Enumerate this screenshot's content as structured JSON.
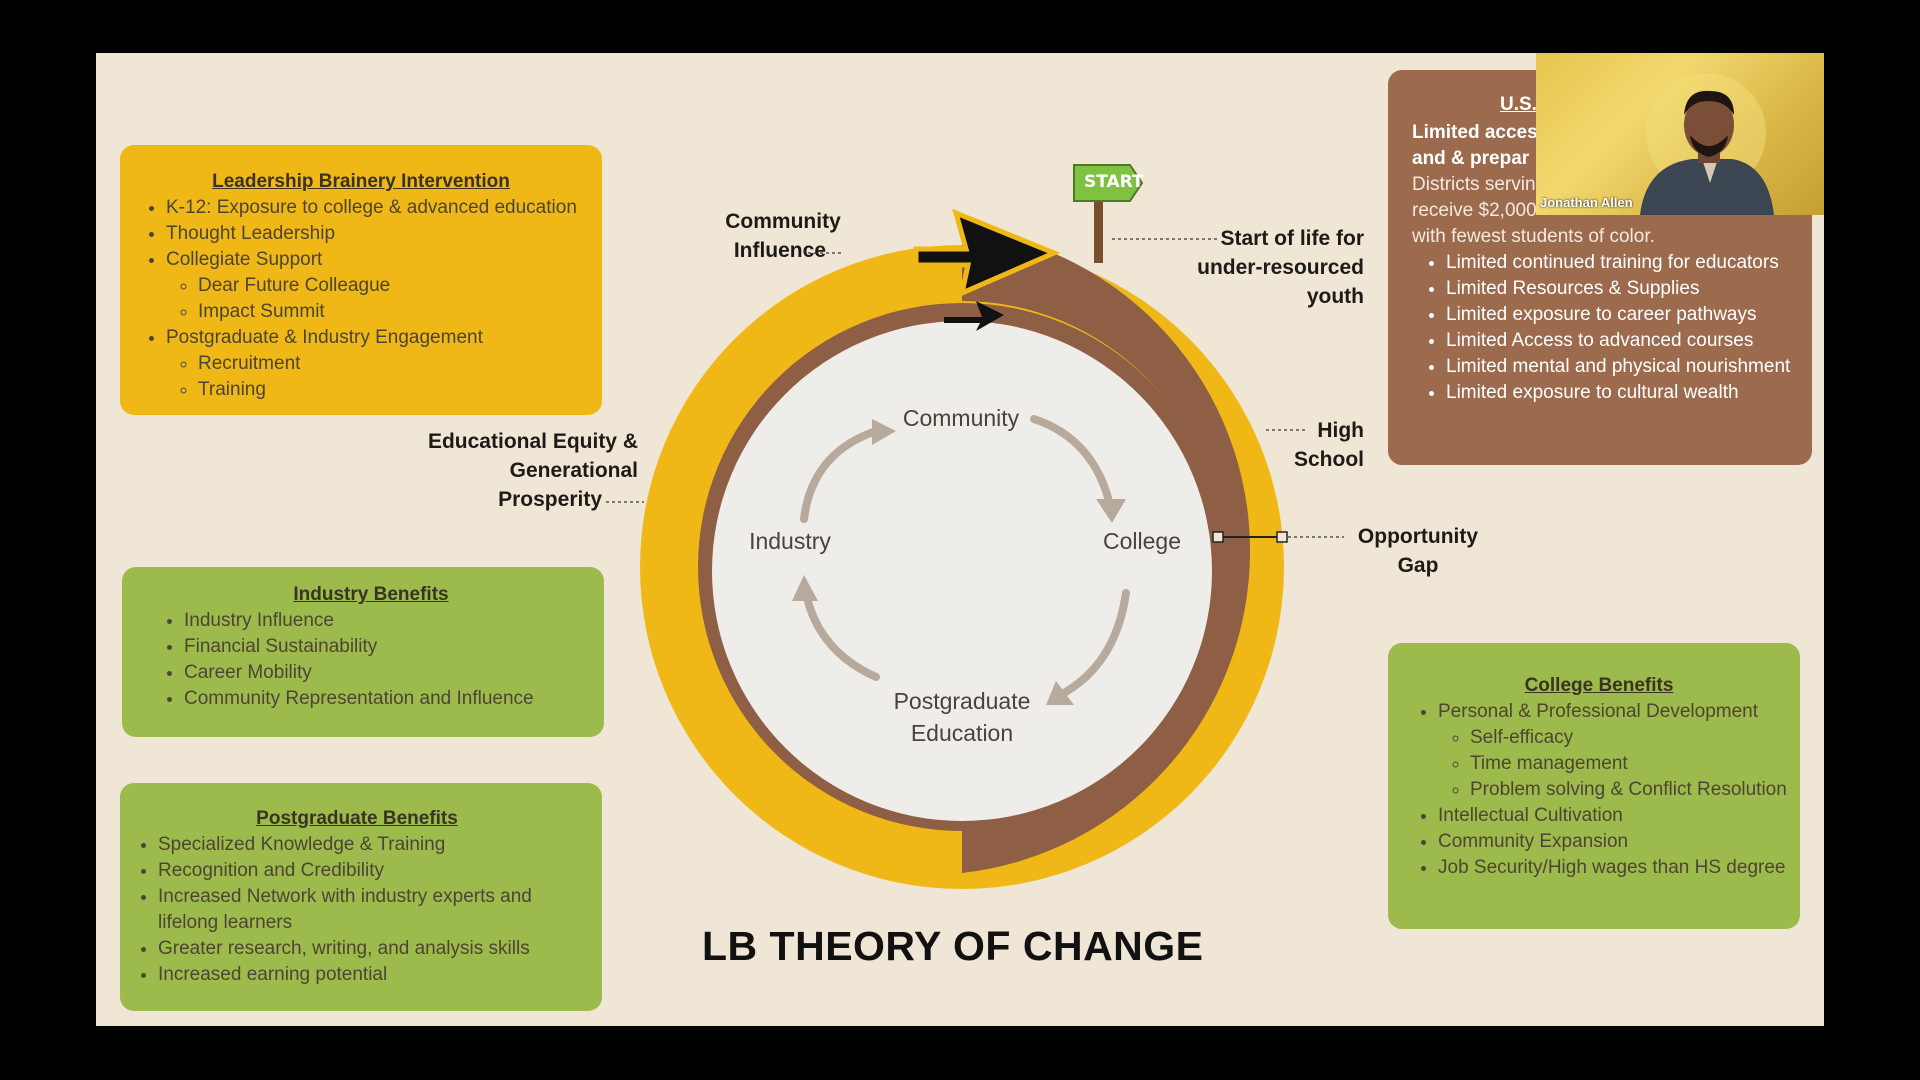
{
  "title": "LB THEORY OF CHANGE",
  "leadership": {
    "heading": "Leadership Brainery Intervention",
    "items": [
      {
        "text": "K-12: Exposure to college & advanced education"
      },
      {
        "text": "Thought Leadership"
      },
      {
        "text": "Collegiate Support",
        "sub": [
          "Dear Future Colleague",
          "Impact Summit"
        ]
      },
      {
        "text": "Postgraduate & Industry Engagement",
        "sub": [
          "Recruitment",
          "Training"
        ]
      }
    ]
  },
  "industry": {
    "heading": "Industry Benefits",
    "items": [
      "Industry Influence",
      "Financial Sustainability",
      "Career Mobility",
      "Community Representation and Influence"
    ]
  },
  "postgrad": {
    "heading": "Postgraduate Benefits",
    "items": [
      "Specialized Knowledge & Training",
      "Recognition and Credibility",
      "Increased Network with industry experts and lifelong learners",
      "Greater research, writing, and analysis skills",
      "Increased earning potential"
    ]
  },
  "us_box": {
    "heading": "U.S.",
    "subtitle_1": "Limited acces",
    "subtitle_2": "and & prepar",
    "line_1": "Districts servin",
    "line_2": "receive $2,000",
    "line_3": "with fewest students of color.",
    "items": [
      "Limited continued training for educators",
      "Limited Resources & Supplies",
      "Limited exposure to career pathways",
      "Limited Access to advanced courses",
      "Limited mental and physical nourishment",
      "Limited exposure to cultural wealth"
    ]
  },
  "college": {
    "heading": "College Benefits",
    "items": [
      {
        "text": "Personal & Professional Development",
        "sub": [
          "Self-efficacy",
          "Time management",
          "Problem solving & Conflict Resolution"
        ]
      },
      {
        "text": "Intellectual Cultivation"
      },
      {
        "text": "Community Expansion"
      },
      {
        "text": "Job Security/High wages than HS degree"
      }
    ]
  },
  "labels": {
    "community_influence_1": "Community",
    "community_influence_2": "Influence",
    "start_life_1": "Start of life for",
    "start_life_2": "under-resourced youth",
    "equity_1": "Educational Equity &",
    "equity_2": "Generational",
    "equity_3": "Prosperity",
    "high_1": "High",
    "high_2": "School",
    "gap_1": "Opportunity",
    "gap_2": "Gap",
    "start_sign": "START"
  },
  "cycle": {
    "community": "Community",
    "college": "College",
    "postgrad_1": "Postgraduate",
    "postgrad_2": "Education",
    "industry": "Industry"
  },
  "video": {
    "participant": "Jonathan Allen"
  },
  "colors": {
    "yellow": "#f0b817",
    "green": "#9dba4c",
    "brown": "#9c6a4d",
    "ring_brown": "#8e5f44",
    "background": "#efe6d6"
  }
}
